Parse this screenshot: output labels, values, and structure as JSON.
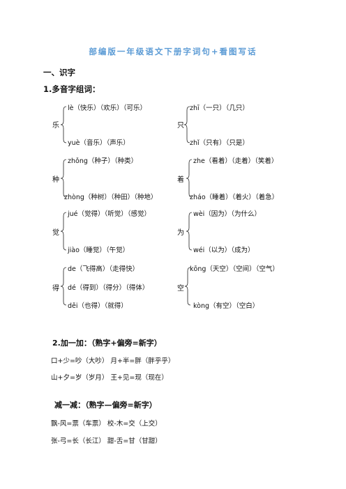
{
  "title": "部编版一年级语文下册字词句+看图写话",
  "section1": "一、识字",
  "sub1": "1.多音字组词：",
  "groups": [
    {
      "char": "乐",
      "top": "lè（快乐）（欢乐）（可乐）",
      "bottom": "yuè（音乐）（声乐）"
    },
    {
      "char": "只",
      "top": "zhī（一只）（几只）",
      "bottom": "zhǐ（只有）（只是）"
    },
    {
      "char": "种",
      "top": "zhǒng（种子）（种类）",
      "bottom": "zhòng（种树）（种田）（种地）"
    },
    {
      "char": "着",
      "top": "zhe（看着）（走着）（笑着）",
      "bottom": "zháo（睡着）（着火）（着急）"
    },
    {
      "char": "觉",
      "top": "jué（觉得）（听觉）（感觉）",
      "bottom": "jiào（睡觉）（午觉）"
    },
    {
      "char": "为",
      "top": "wèi（因为）（为什么）",
      "bottom": "wéi（以为）（成为）"
    },
    {
      "char": "得",
      "top": "de（飞得高）（走得快）",
      "middle": "dé（得到）（得分）（得体）",
      "bottom": "děi（也得）（就得）"
    },
    {
      "char": "空",
      "top": "kōng（天空）（空间）（空气）",
      "bottom": "kòng（有空）（空白）"
    }
  ],
  "sub2": "2.加一加：（熟字+偏旁=新字）",
  "add_lines": [
    "口+少=吵（大吵）   月+半=胖（胖乎乎）",
    "山+夕=岁（岁月）   王+见=现（现在）"
  ],
  "sub3": "减一减：（熟字—偏旁=新字）",
  "sub_lines": [
    "飘-风=票（车票）   校-木=交（上交）",
    "张-弓=长（长江）   甜-舌=甘（甘甜）"
  ]
}
